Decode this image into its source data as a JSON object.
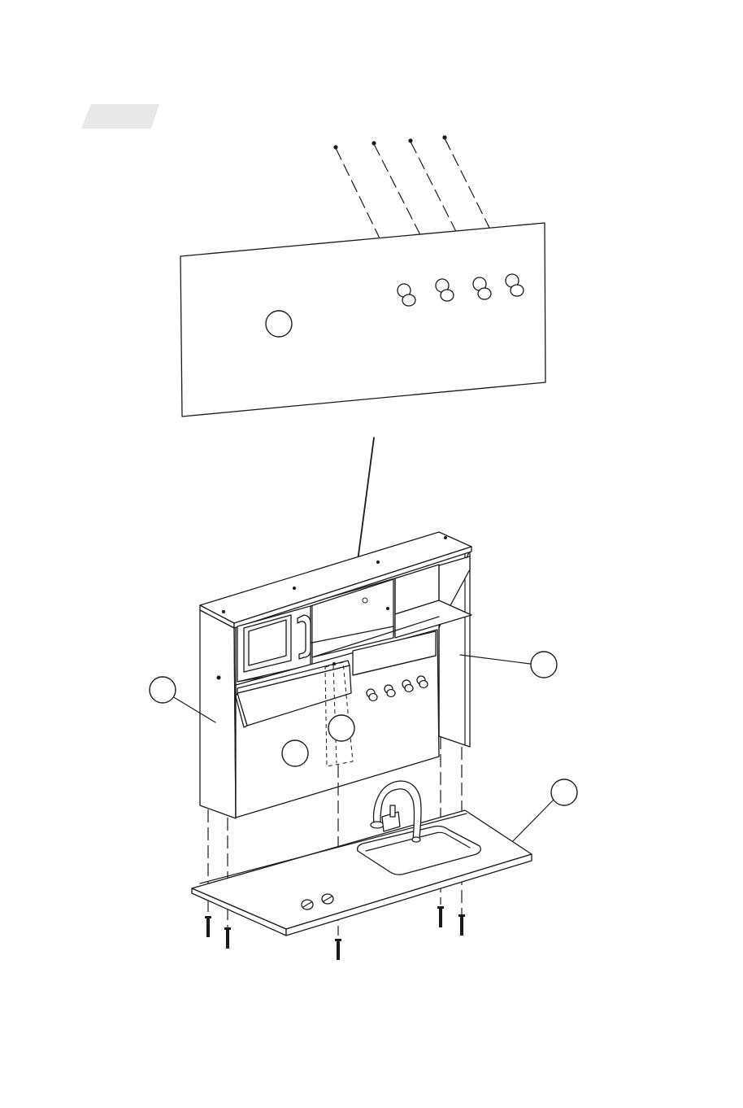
{
  "step_tag": {
    "color": "#e8e8e8"
  },
  "parts": [
    {
      "icon": "back-panel"
    },
    {
      "icon": "left-side-panel"
    },
    {
      "icon": "front-panel"
    },
    {
      "icon": "center-divider"
    },
    {
      "icon": "right-side-panel"
    },
    {
      "icon": "countertop-with-sink"
    }
  ],
  "fasteners": {
    "icon": "screw-icon",
    "top_screws_count": 4,
    "bottom_screws_count": 5
  },
  "knobs_count": 4
}
